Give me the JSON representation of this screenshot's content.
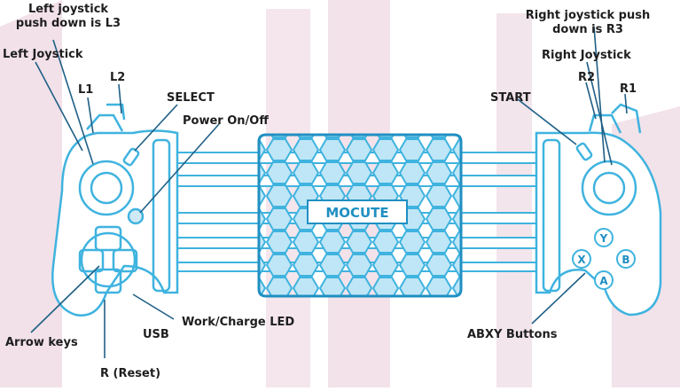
{
  "colors": {
    "outline": "#3fb3df",
    "outline_dark": "#1f8fc2",
    "frame_fill": "#8fd4ef",
    "pink_bg": "#e6c9d6",
    "leader": "#1f5f86",
    "text": "#1e1e1e"
  },
  "diagram": {
    "labels": {
      "left_joystick_push": "Left joystick\npush down is L3",
      "left_joystick": "Left Joystick",
      "l1": "L1",
      "l2": "L2",
      "select": "SELECT",
      "power": "Power On/Off",
      "start": "START",
      "r2": "R2",
      "r1": "R1",
      "right_joystick_push": "Right joystick push\ndown is R3",
      "right_joystick": "Right Joystick",
      "arrow_keys": "Arrow keys",
      "usb": "USB",
      "work_led": "Work/Charge  LED",
      "abxy": "ABXY Buttons",
      "reset": "R  (Reset)"
    },
    "buttons": {
      "y": "Y",
      "x": "X",
      "b": "B",
      "a": "A"
    },
    "logo": "MOCUTE"
  }
}
